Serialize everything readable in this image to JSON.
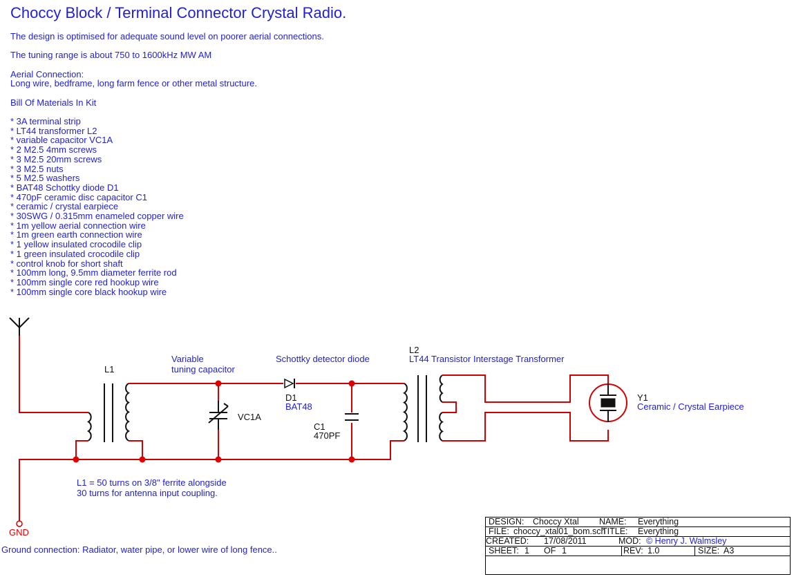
{
  "header": {
    "title": "Choccy Block / Terminal Connector Crystal Radio.",
    "design_note": "The design is optimised for adequate sound level on poorer aerial connections.",
    "tuning_note": "The tuning range is about 750 to 1600kHz MW AM",
    "aerial_heading": "Aerial Connection:",
    "aerial_text": "Long wire, bedframe, long farm fence or other metal structure.",
    "bom_heading": "Bill Of Materials In Kit"
  },
  "bom": [
    "* 3A terminal strip",
    "* LT44 transformer L2",
    "* variable capacitor VC1A",
    "* 2 M2.5 4mm screws",
    "* 3 M2.5 20mm screws",
    "* 3 M2.5 nuts",
    "* 5 M2.5 washers",
    "* BAT48 Schottky diode D1",
    "* 470pF ceramic disc capacitor C1",
    "* ceramic / crystal earpiece",
    "* 30SWG / 0.315mm enameled copper wire",
    "* 1m yellow aerial connection wire",
    "* 1m green earth connection wire",
    "* 1 yellow insulated crocodile clip",
    "* 1 green insulated crocodile clip",
    "* control knob for short shaft",
    "* 100mm long, 9.5mm diameter ferrite rod",
    "* 100mm single core red hookup wire",
    "* 100mm single core black hookup wire"
  ],
  "schematic": {
    "l1": "L1",
    "vc_label1": "Variable",
    "vc_label2": "tuning capacitor",
    "vc1a": "VC1A",
    "diode_label": "Schottky detector diode",
    "d1": "D1",
    "bat48": "BAT48",
    "c1": "C1",
    "c1_value": "470PF",
    "l2": "L2",
    "l2_desc": "LT44 Transistor Interstage Transformer",
    "y1": "Y1",
    "y1_desc": "Ceramic / Crystal Earpiece",
    "l1_note1": "L1 = 50 turns on 3/8\" ferrite alongside",
    "l1_note2": "30 turns for antenna input coupling.",
    "gnd": "GND",
    "ground_note": "Ground connection:  Radiator, water pipe, or lower wire of long fence.."
  },
  "title_block": {
    "design_label": "DESIGN:",
    "design_value": "Choccy Xtal",
    "name_label": "NAME:",
    "name_value": "Everything",
    "file_label": "FILE:",
    "file_value": "choccy_xtal01_bom.sch",
    "title_label": "TITLE:",
    "title_value": "Everything",
    "created_label": "CREATED:",
    "created_value": "17/08/2011",
    "mod_label": "MOD:",
    "mod_value": "© Henry J. Walmsley",
    "sheet_label": "SHEET:",
    "sheet_value": "1",
    "of_label": "OF",
    "of_value": "1",
    "rev_label": "REV:",
    "rev_value": "1.0",
    "size_label": "SIZE:",
    "size_value": "A3"
  }
}
